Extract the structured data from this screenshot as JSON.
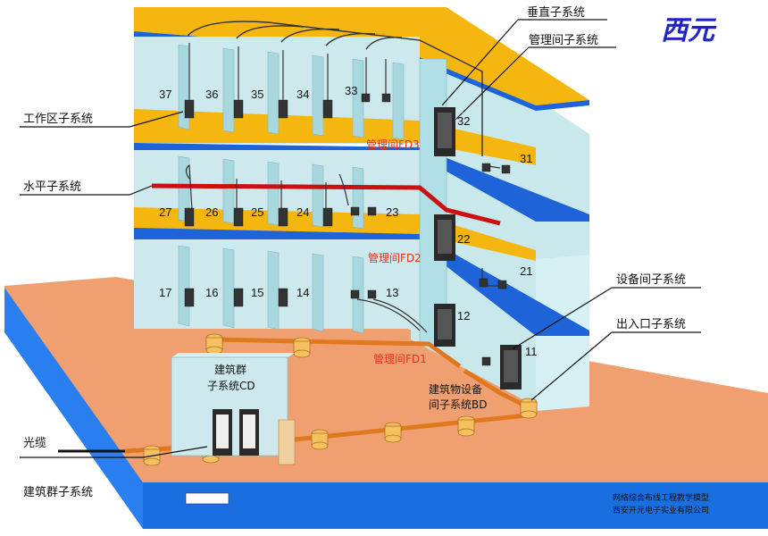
{
  "logo": "西元",
  "callouts": {
    "vertical": "垂直子系统",
    "admin": "管理间子系统",
    "work_area": "工作区子系统",
    "horizontal": "水平子系统",
    "equipment_room": "设备间子系统",
    "entrance": "出入口子系统",
    "fiber": "光缆",
    "campus": "建筑群子系统"
  },
  "floor_labels": {
    "fd3": "管理间FD3",
    "fd2": "管理间FD2",
    "fd1": "管理间FD1"
  },
  "rooms": {
    "floor3": [
      "37",
      "36",
      "35",
      "34",
      "33",
      "32",
      "31"
    ],
    "floor2": [
      "27",
      "26",
      "25",
      "24",
      "23",
      "22",
      "21"
    ],
    "floor1": [
      "17",
      "16",
      "15",
      "14",
      "13",
      "12",
      "11"
    ]
  },
  "cd_box": {
    "line1": "建筑群",
    "line2": "子系统CD"
  },
  "bd_box": {
    "line1": "建筑物设备",
    "line2": "间子系统BD"
  },
  "footer": {
    "line1": "网络综合布线工程教学模型",
    "line2": "西安开元电子实业有限公司"
  }
}
